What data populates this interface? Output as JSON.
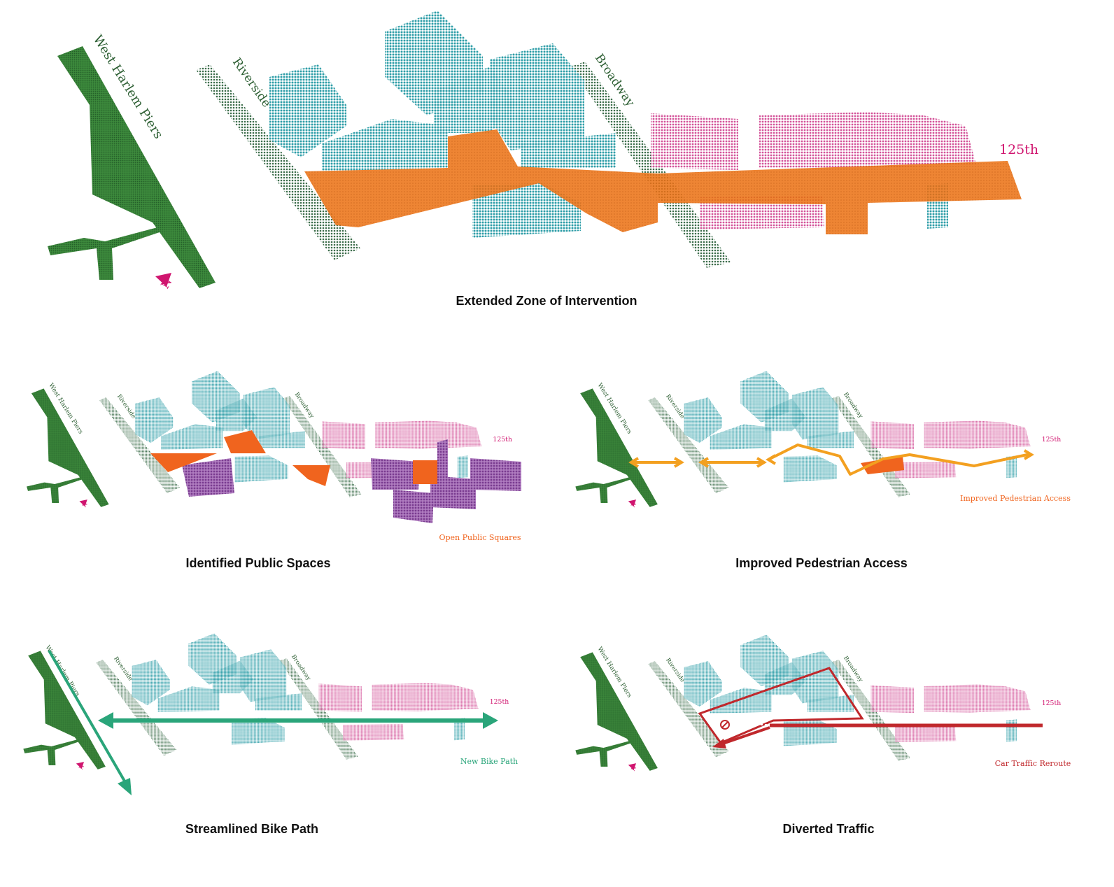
{
  "map_labels": {
    "piers": "West Harlem Piers",
    "riverside": "Riverside",
    "broadway": "Broadway",
    "street": "125th"
  },
  "panels": [
    {
      "id": "extended-zone",
      "title": "Extended Zone of Intervention",
      "legend": ""
    },
    {
      "id": "public-spaces",
      "title": "Identified Public Spaces",
      "legend": "Open Public Squares"
    },
    {
      "id": "pedestrian",
      "title": "Improved Pedestrian Access",
      "legend": "Improved Pedestrian Access"
    },
    {
      "id": "bike",
      "title": "Streamlined Bike Path",
      "legend": "New Bike Path"
    },
    {
      "id": "traffic",
      "title": "Diverted Traffic",
      "legend": "Car Traffic Reroute"
    }
  ],
  "colors": {
    "park": "#2f7a35",
    "street_strip": "#3d6e4c",
    "campus": "#3aa3ad",
    "neighborhood": "#d4559a",
    "zone": "#e8711c",
    "public_square": "#f0641e",
    "purple": "#8a4b9e",
    "pedestrian": "#f3a020",
    "bike": "#2aa57a",
    "traffic": "#c0282c",
    "north": "#d0156f"
  }
}
